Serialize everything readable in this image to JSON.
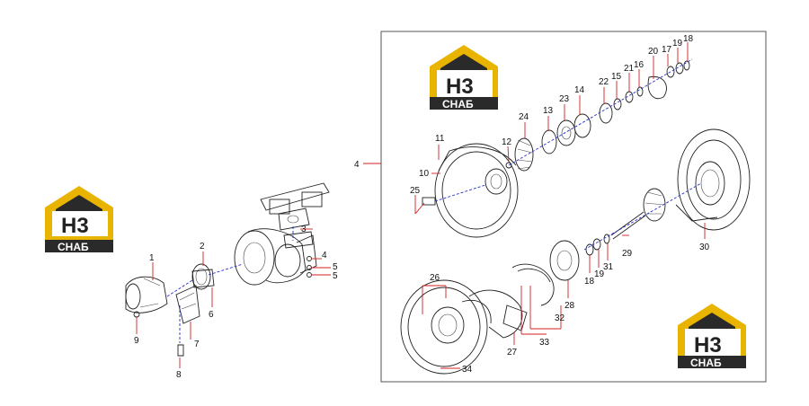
{
  "logo": {
    "letters": "H3",
    "caption": "СНАБ",
    "colors": {
      "roof": "#e8b400",
      "body": "#2a2a2a",
      "text": "#ffffff"
    }
  },
  "callouts": {
    "c1": "1",
    "c2": "2",
    "c3": "3",
    "c4": "4",
    "c5a": "5",
    "c5b": "5",
    "c6": "6",
    "c7": "7",
    "c8": "8",
    "c9": "9",
    "c10": "10",
    "c11": "11",
    "c12": "12",
    "c13": "13",
    "c14": "14",
    "c15": "15",
    "c16": "16",
    "c17": "17",
    "c18a": "18",
    "c19a": "19",
    "c20": "20",
    "c21": "21",
    "c22": "22",
    "c23": "23",
    "c24": "24",
    "c25": "25",
    "c26": "26",
    "c27": "27",
    "c28": "28",
    "c29": "29",
    "c30": "30",
    "c31": "31",
    "c32": "32",
    "c33": "33",
    "c34": "34",
    "c18b": "18",
    "c19b": "19"
  }
}
